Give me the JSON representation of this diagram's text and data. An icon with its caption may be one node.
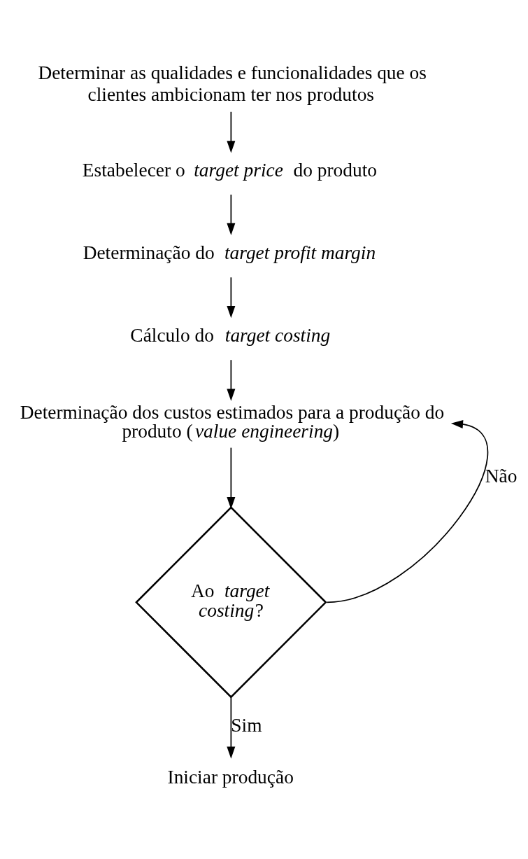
{
  "diagram": {
    "nodes": [
      {
        "text": [
          "Determinar as qualidades e funcionalidades que os clientes ambicionam ter nos produtos"
        ]
      },
      {
        "text": [
          "Estabelecer o *target price* do produto"
        ]
      },
      {
        "text": [
          "Determinação do *target profit margin*"
        ]
      },
      {
        "text": [
          "Cálculo do *target costing*"
        ]
      },
      {
        "text": [
          "Determinação dos custos estimados para a produção do produto (*value engineering*)"
        ]
      },
      {
        "text": [
          "Ao *target costing*?"
        ]
      },
      {
        "text": [
          "Iniciar produção"
        ]
      }
    ],
    "edges": [
      {
        "from": 0,
        "to": 1,
        "arrow": "to"
      },
      {
        "from": 1,
        "to": 2,
        "arrow": "to"
      },
      {
        "from": 2,
        "to": 3,
        "arrow": "to"
      },
      {
        "from": 3,
        "to": 4,
        "arrow": "to"
      },
      {
        "from": 4,
        "to": 5,
        "arrow": "to"
      },
      {
        "from": 5,
        "to": 4,
        "arrow": "to",
        "label": "Não"
      },
      {
        "from": 5,
        "to": 6,
        "arrow": "to",
        "label": "Sim"
      }
    ]
  }
}
